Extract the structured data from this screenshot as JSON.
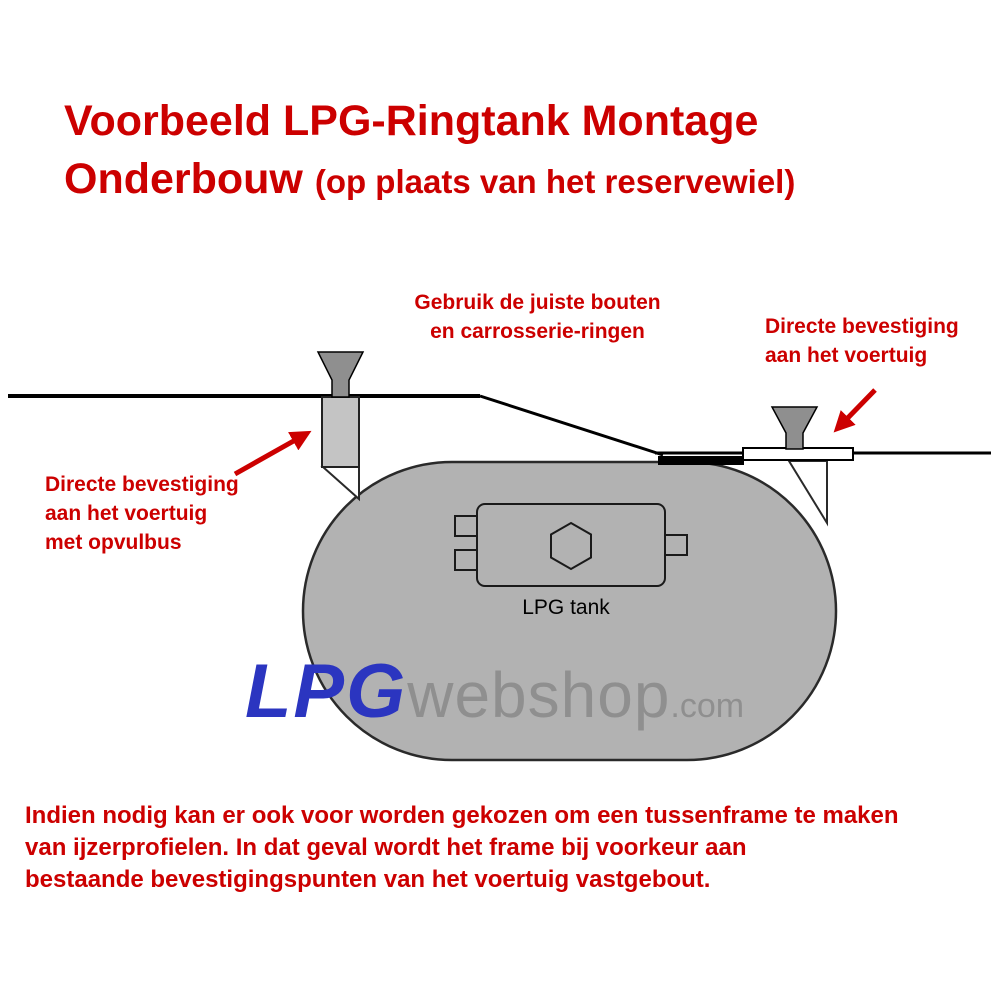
{
  "colors": {
    "red": "#cc0000",
    "tank-gray": "#b2b2b2",
    "outline": "#2a2a2a",
    "watermark-blue": "#2b35c0",
    "watermark-gray": "#8f8f8f"
  },
  "title": {
    "line1": "Voorbeeld LPG-Ringtank Montage",
    "line2_main": "Onderbouw",
    "line2_sub": "(op plaats van het reservewiel)"
  },
  "annotations": {
    "bolts": "Gebruik de juiste bouten\nen carrosserie-ringen",
    "direct_right": "Directe bevestiging\naan het voertuig",
    "direct_left": "Directe bevestiging\naan het voertuig\nmet opvulbus"
  },
  "diagram": {
    "tank_label": "LPG tank"
  },
  "watermark": {
    "lpg": "LPG",
    "webshop": "webshop",
    "com": ".com"
  },
  "footer": "Indien nodig kan er ook voor worden gekozen om een tussenframe te maken\nvan ijzerprofielen. In dat geval wordt het frame bij voorkeur aan\nbestaande bevestigingspunten van het voertuig vastgebout."
}
